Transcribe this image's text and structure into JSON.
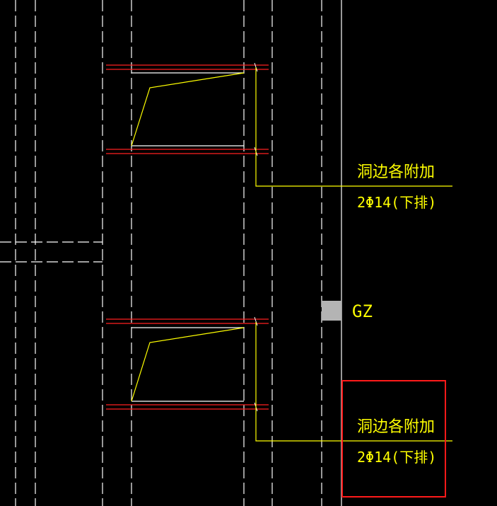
{
  "drawing": {
    "background_color": "#000000",
    "colors": {
      "axis_dashed": "#ffffff",
      "wall_solid": "#ffffff",
      "rebar_red": "#ff2020",
      "annotation_yellow": "#ffff00",
      "gz_fill": "#b4b4b4",
      "highlight_box": "#ff1a1a"
    },
    "annotations": [
      {
        "line1": "洞边各附加",
        "line2": "2Φ14(下排)"
      },
      {
        "line1": "洞边各附加",
        "line2": "2Φ14(下排)"
      }
    ],
    "column_label": "GZ"
  }
}
